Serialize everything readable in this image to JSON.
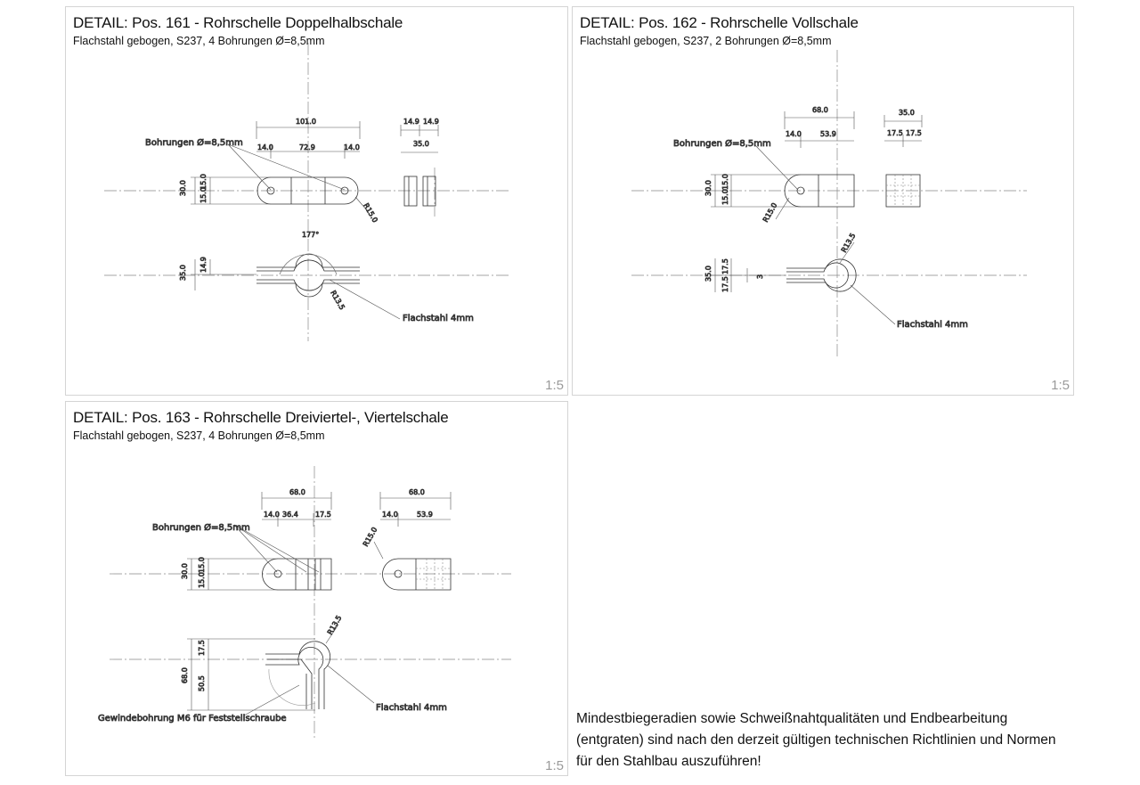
{
  "panels": [
    {
      "title": "DETAIL: Pos. 161  - Rohrschelle Doppelhalbschale",
      "subtitle": "Flachstahl gebogen, S237, 4 Bohrungen Ø=8,5mm",
      "scale": "1:5",
      "labels": {
        "bohrungen": "Bohrungen  Ø=8,5mm",
        "flachstahl": "Flachstahl  4mm",
        "d101": "101.0",
        "d14a": "14.0",
        "d729": "72.9",
        "d14b": "14.0",
        "d149a": "14.9",
        "d149b": "14.9",
        "d35": "35.0",
        "d30": "30.0",
        "d15a": "15.0",
        "d15b": "15.0",
        "r15": "R15.0",
        "ang": "177°",
        "d35v": "35.0",
        "d149v": "14.9",
        "r135": "R13.5"
      }
    },
    {
      "title": "DETAIL: Pos. 162 - Rohrschelle Vollschale",
      "subtitle": "Flachstahl gebogen, S237, 2 Bohrungen Ø=8,5mm",
      "scale": "1:5",
      "labels": {
        "bohrungen": "Bohrungen  Ø=8,5mm",
        "flachstahl": "Flachstahl  4mm",
        "d68": "68.0",
        "d14": "14.0",
        "d539": "53.9",
        "d35": "35.0",
        "d175a": "17.5",
        "d175b": "17.5",
        "d30": "30.0",
        "d15a": "15.0",
        "d15b": "15.0",
        "r15": "R15.0",
        "r135": "R13.5",
        "d35v": "35.0",
        "d175c": "17.5",
        "d175d": "17.5",
        "d3": "3"
      }
    },
    {
      "title": "DETAIL: Pos. 163  - Rohrschelle Dreiviertel-, Viertelschale",
      "subtitle": "Flachstahl gebogen, S237, 4 Bohrungen Ø=8,5mm",
      "scale": "1:5",
      "labels": {
        "bohrungen": "Bohrungen  Ø=8,5mm",
        "flachstahl": "Flachstahl  4mm",
        "gewinde": "Gewindebohrung  M6  für  Feststellschraube",
        "d68a": "68.0",
        "d14a": "14.0",
        "d364": "36.4",
        "d175": "17.5",
        "d68b": "68.0",
        "d14b": "14.0",
        "d539": "53.9",
        "r15": "R15.0",
        "d30": "30.0",
        "d15a": "15.0",
        "d15b": "15.0",
        "r135": "R13.5",
        "d68v": "68.0",
        "d175v": "17.5",
        "d505": "50.5"
      }
    }
  ],
  "note": "Mindestbiegeradien sowie Schweißnahtqualitäten und Endbearbeitung (entgraten) sind nach den derzeit gültigen technischen Richtlinien und Normen für den Stahlbau auszuführen!"
}
